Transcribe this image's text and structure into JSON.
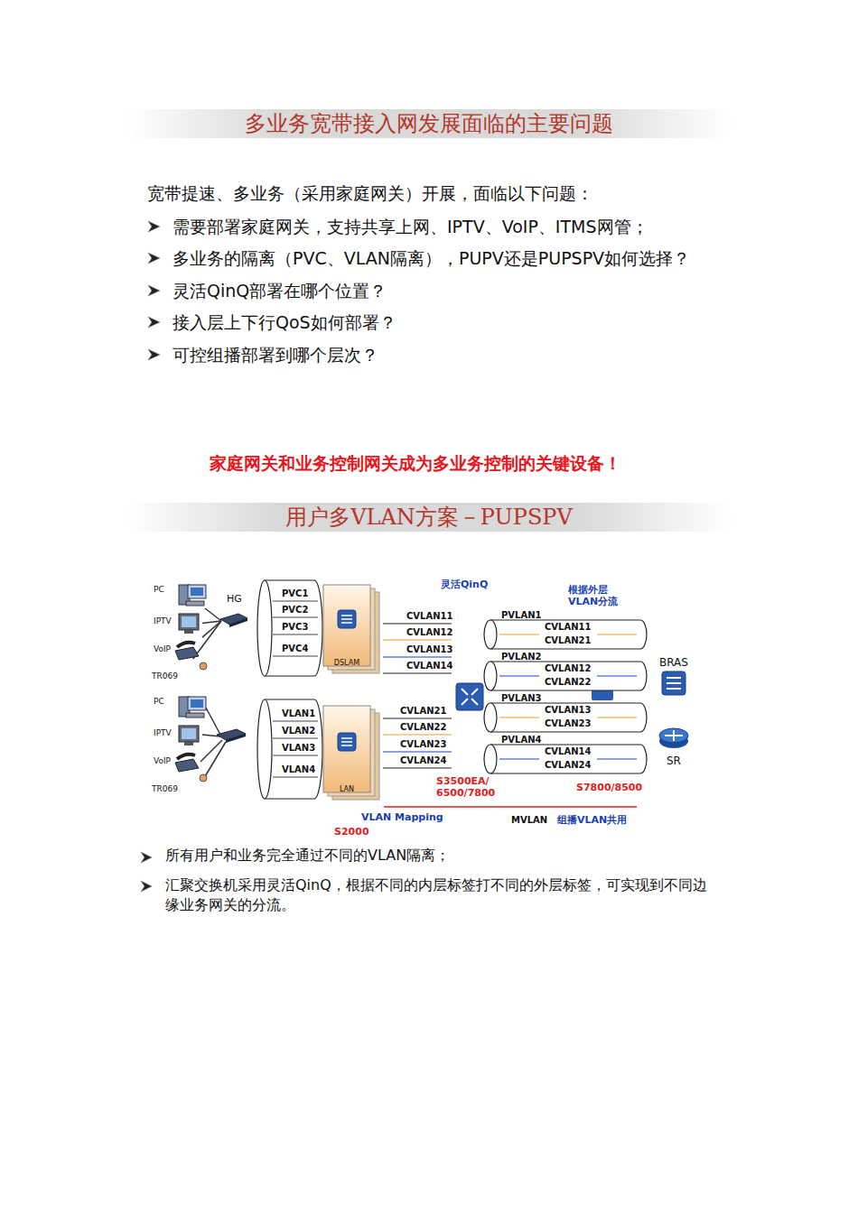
{
  "diagram": {
    "title": "多业务宽带接入网发展面临的主要问题",
    "nodes": [
      {
        "text": [
          "PC"
        ]
      },
      {
        "text": [
          "IPTV"
        ]
      },
      {
        "text": [
          "VoIP"
        ]
      },
      {
        "text": [
          "TR069"
        ]
      },
      {
        "text": [
          "HG"
        ]
      },
      {
        "text": [
          "PVC1",
          "PVC2",
          "PVC3",
          "PVC4"
        ]
      },
      {
        "text": [
          "DSLAM"
        ]
      },
      {
        "text": [
          "PC"
        ]
      },
      {
        "text": [
          "IPTV"
        ]
      },
      {
        "text": [
          "VoIP"
        ]
      },
      {
        "text": [
          "TR069"
        ]
      },
      {
        "text": [
          "VLAN1",
          "VLAN2",
          "VLAN3",
          "VLAN4"
        ]
      },
      {
        "text": [
          "LAN"
        ]
      },
      {
        "text": [
          "PVLAN1",
          "CVLAN11",
          "CVLAN21"
        ]
      },
      {
        "text": [
          "PVLAN2",
          "CVLAN12",
          "CVLAN22"
        ]
      },
      {
        "text": [
          "PVLAN3",
          "CVLAN13",
          "CVLAN23"
        ]
      },
      {
        "text": [
          "PVLAN4",
          "CVLAN14",
          "CVLAN24"
        ]
      },
      {
        "text": [
          "BRAS"
        ]
      },
      {
        "text": [
          "SR"
        ]
      }
    ],
    "edges": [
      {
        "from": 0,
        "to": 4,
        "arrow": "none"
      },
      {
        "from": 1,
        "to": 4,
        "arrow": "none"
      },
      {
        "from": 2,
        "to": 4,
        "arrow": "none"
      },
      {
        "from": 3,
        "to": 4,
        "arrow": "none"
      }
    ],
    "labels": [
      "宽带提速、多业务（采用家庭网关）开展，面临以下问题：",
      "需要部署家庭网关，支持共享上网、IPTV、VoIP、ITMS网管；",
      "多业务的隔离（PVC、VLAN隔离），PUPV还是PUPSPV如何选择？",
      "灵活QinQ部署在哪个位置？",
      "接入层上下行QoS如何部署？",
      "可控组播部署到哪个层次？",
      "家庭网关和业务控制网关成为多业务控制的关键设备！",
      "用户多VLAN方案－PUPSPV",
      "灵活QinQ",
      "根据外层 VLAN分流",
      "CVLAN11",
      "CVLAN12",
      "CVLAN13",
      "CVLAN14",
      "CVLAN21",
      "CVLAN22",
      "CVLAN23",
      "CVLAN24",
      "S3500EA/ 6500/7800",
      "S7800/8500",
      "VLAN Mapping",
      "S2000",
      "MVLAN",
      "组播VLAN共用",
      "所有用户和业务完全通过不同的VLAN隔离；",
      "汇聚交换机采用灵活QinQ，根据不同的内层标签打不同的外层标签，可实现到不同边缘业务网关的分流。"
    ]
  }
}
